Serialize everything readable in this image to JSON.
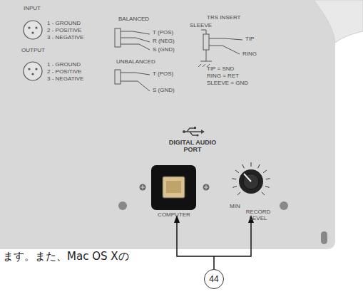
{
  "diagram": {
    "nodes": [
      {
        "text": [
          "44"
        ]
      }
    ],
    "labels": [
      "INPUT",
      "1 - GROUND",
      "2 - POSITIVE",
      "3 - NEGATIVE",
      "OUTPUT",
      "1 - GROUND",
      "2 - POSITIVE",
      "3 - NEGATIVE",
      "BALANCED",
      "T (POS)",
      "R (NEG)",
      "S (GND)",
      "UNBALANCED",
      "T (POS)",
      "S (GND)",
      "TRS INSERT",
      "SLEEVE",
      "TIP",
      "RING",
      "TIP = SND",
      "RING = RET",
      "SLEEVE = GND",
      "DIGITAL AUDIO PORT",
      "COMPUTER",
      "MIN",
      "RECORD LEVEL",
      "ます。また、Mac OS Xの"
    ]
  }
}
